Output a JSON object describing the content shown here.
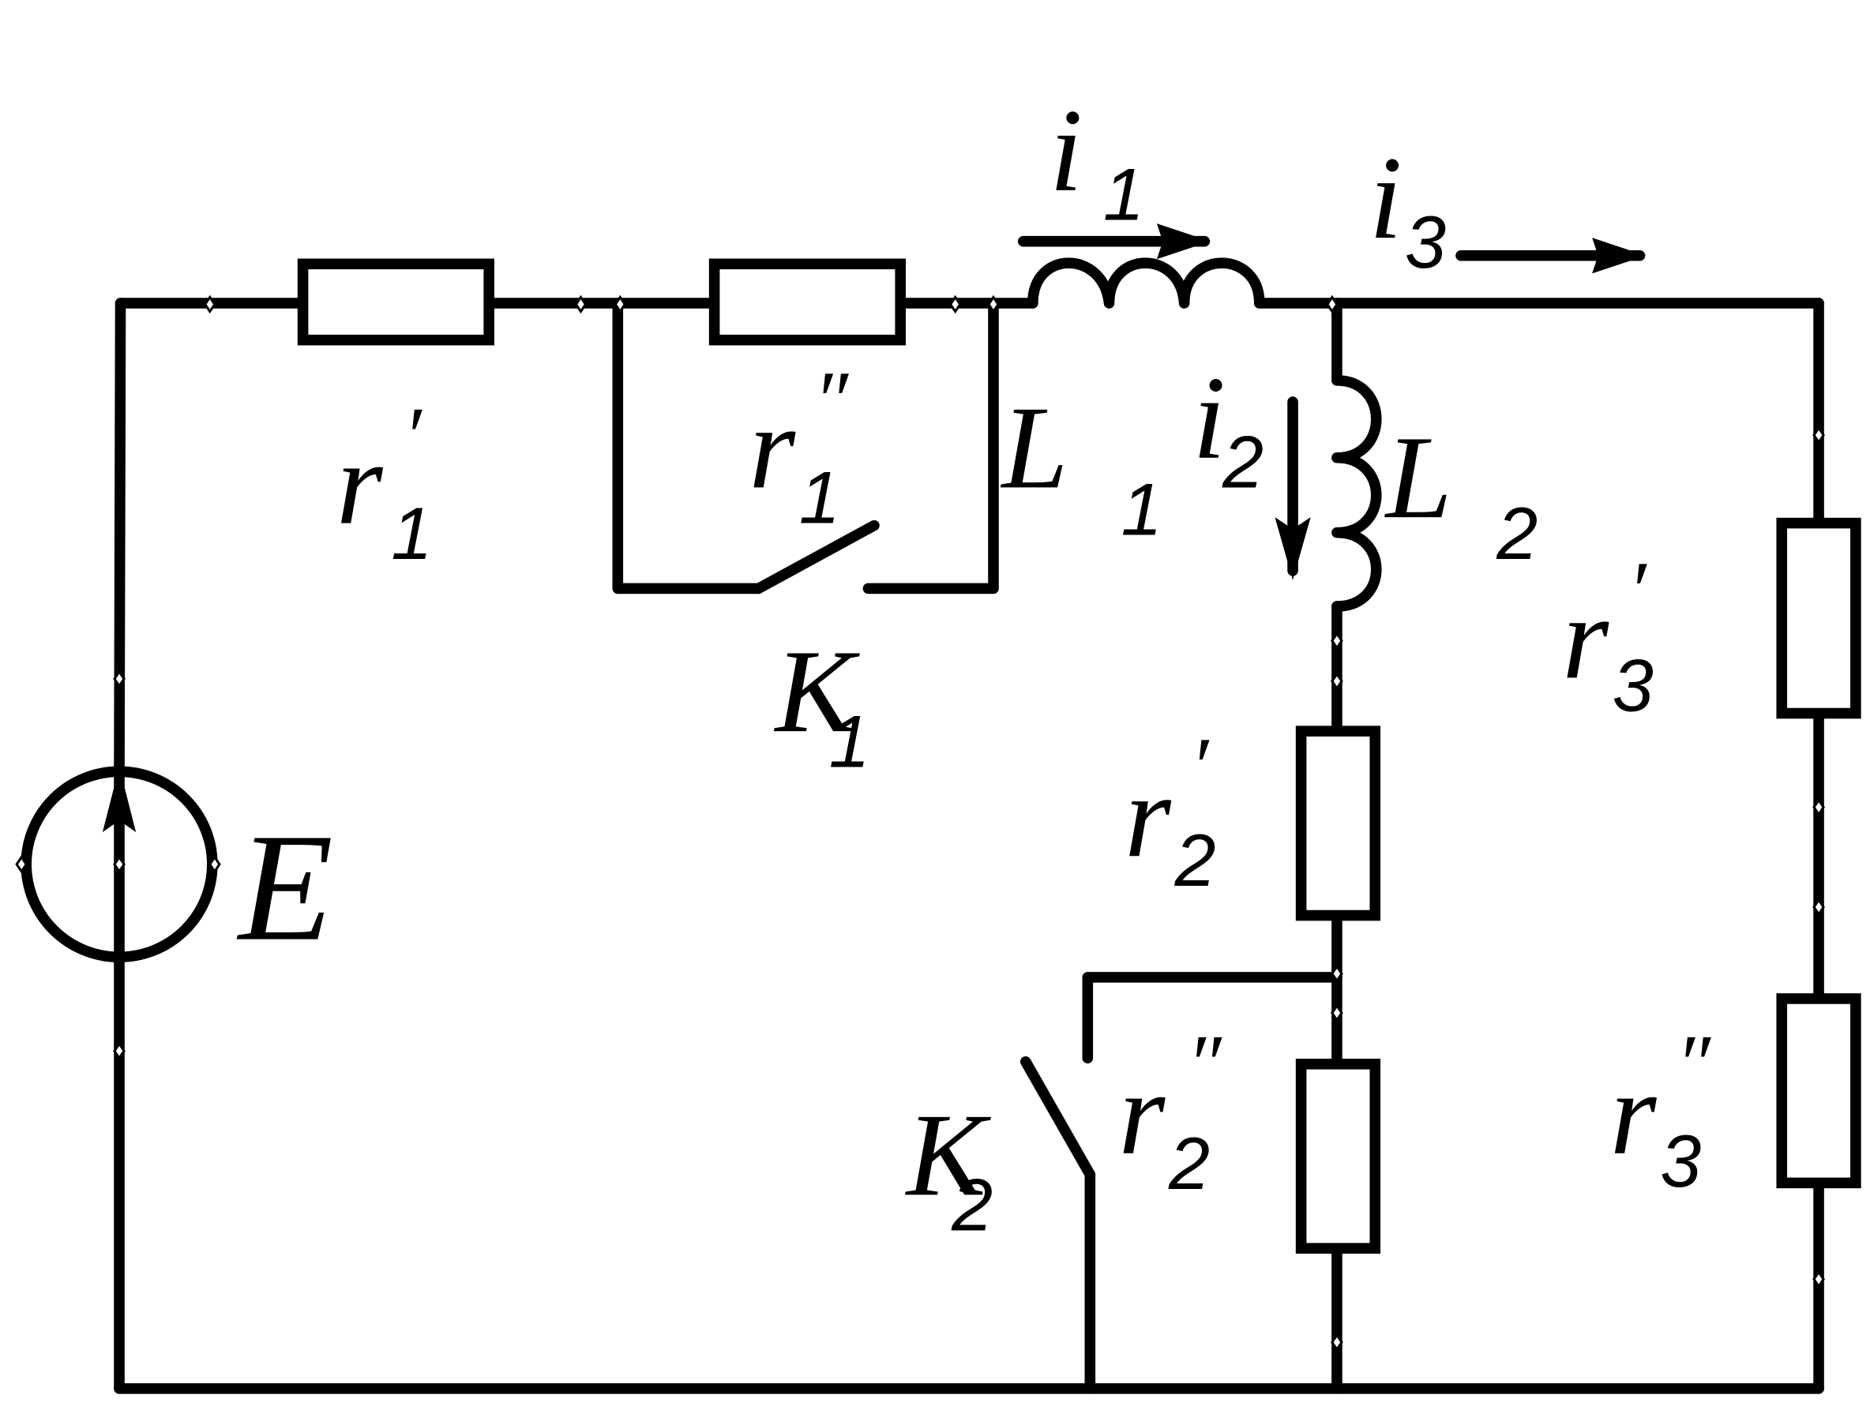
{
  "diagram": {
    "type": "electrical-circuit",
    "source": {
      "label": "E",
      "direction": "up"
    },
    "resistors": [
      {
        "id": "r1p",
        "symbol": "r",
        "subscript": "1",
        "prime": "′"
      },
      {
        "id": "r1pp",
        "symbol": "r",
        "subscript": "1",
        "prime": "″"
      },
      {
        "id": "r2p",
        "symbol": "r",
        "subscript": "2",
        "prime": "′"
      },
      {
        "id": "r2pp",
        "symbol": "r",
        "subscript": "2",
        "prime": "″"
      },
      {
        "id": "r3p",
        "symbol": "r",
        "subscript": "3",
        "prime": "′"
      },
      {
        "id": "r3pp",
        "symbol": "r",
        "subscript": "3",
        "prime": "″"
      }
    ],
    "inductors": [
      {
        "id": "L1",
        "symbol": "L",
        "subscript": "1"
      },
      {
        "id": "L2",
        "symbol": "L",
        "subscript": "2"
      }
    ],
    "switches": [
      {
        "id": "K1",
        "symbol": "K",
        "subscript": "1",
        "state": "open",
        "bypasses": "r1pp"
      },
      {
        "id": "K2",
        "symbol": "K",
        "subscript": "2",
        "state": "open",
        "bypasses": "r2pp"
      }
    ],
    "currents": [
      {
        "id": "i1",
        "symbol": "i",
        "subscript": "1",
        "direction": "right"
      },
      {
        "id": "i2",
        "symbol": "i",
        "subscript": "2",
        "direction": "down"
      },
      {
        "id": "i3",
        "symbol": "i",
        "subscript": "3",
        "direction": "right"
      }
    ]
  }
}
